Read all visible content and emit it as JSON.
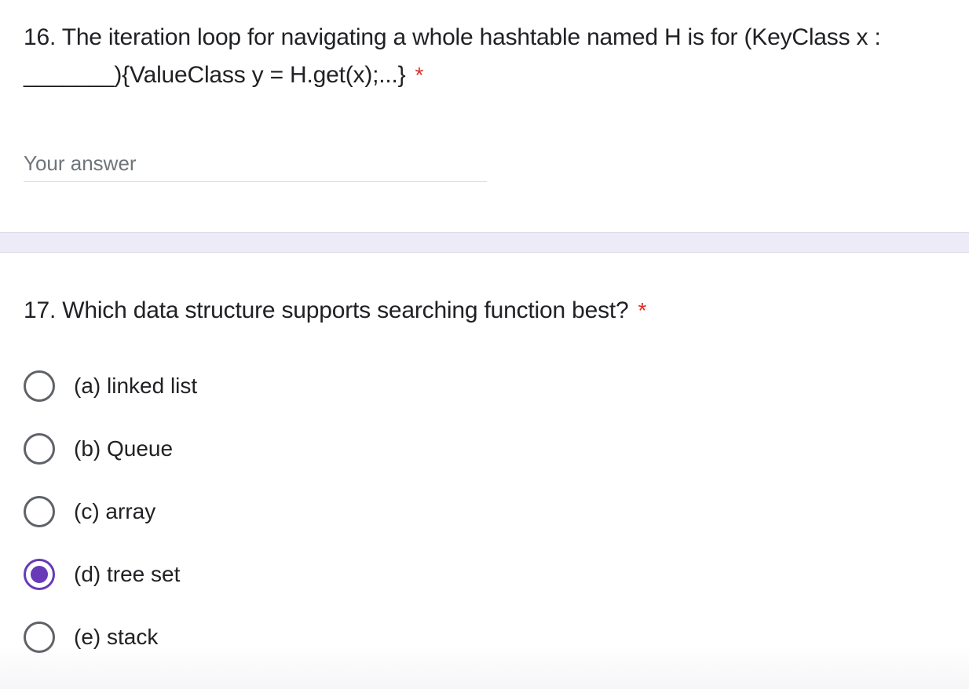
{
  "question_16": {
    "title": "16. The iteration loop for navigating a whole hashtable named H is for (KeyClass x : _______){ValueClass y = H.get(x);...}",
    "required_marker": "*",
    "answer_placeholder": "Your answer",
    "answer_value": ""
  },
  "question_17": {
    "title": "17. Which data structure supports searching function best?",
    "required_marker": "*",
    "selected_index": 3,
    "options": [
      {
        "label": "(a) linked list",
        "selected": false
      },
      {
        "label": "(b) Queue",
        "selected": false
      },
      {
        "label": "(c) array",
        "selected": false
      },
      {
        "label": "(d) tree set",
        "selected": true
      },
      {
        "label": "(e) stack",
        "selected": false
      }
    ]
  },
  "colors": {
    "accent": "#673ab7",
    "required": "#d93025",
    "divider": "#edebf7",
    "radio_unselected": "#5f6368"
  }
}
